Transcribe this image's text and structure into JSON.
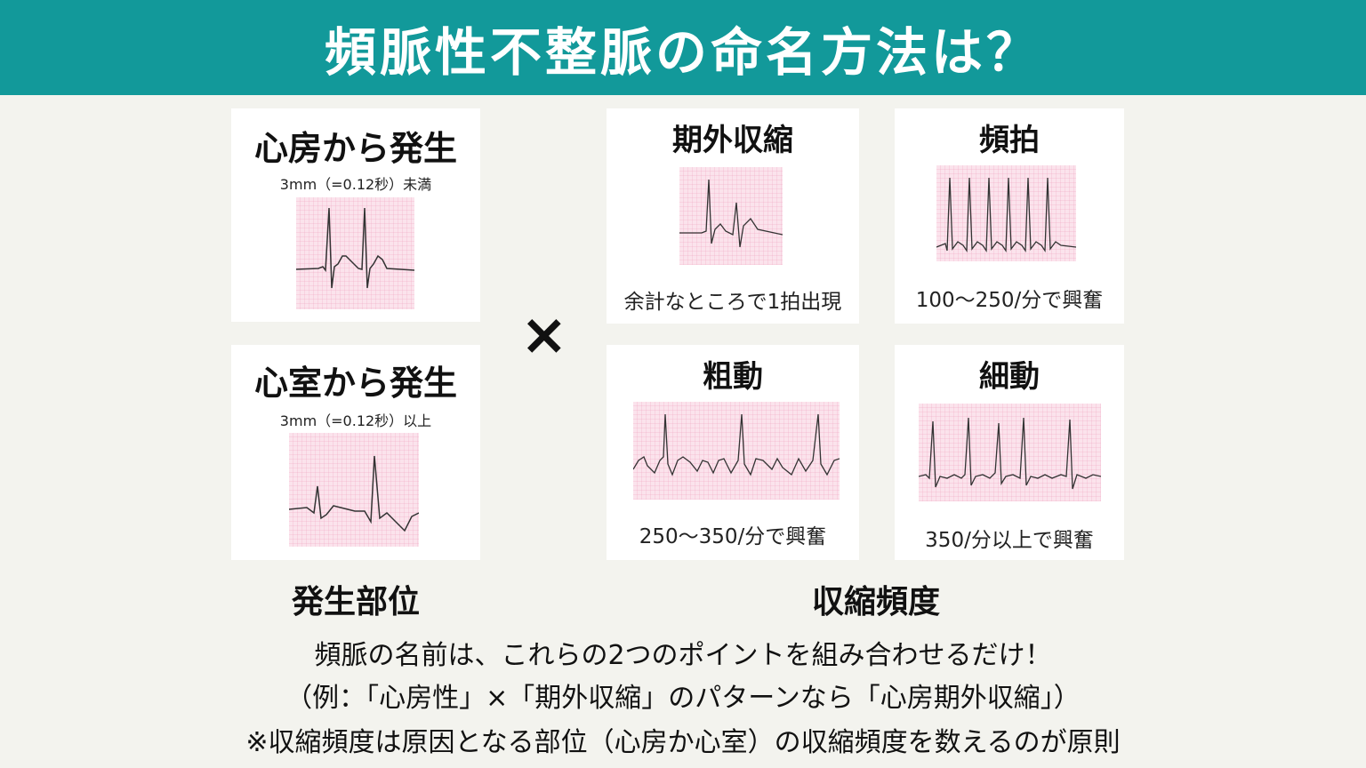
{
  "title": "頻脈性不整脈の命名方法は？",
  "site": {
    "label": "発生部位",
    "cards": [
      {
        "title": "心房から発生",
        "subtitle": "3mm（=0.12秒）未満"
      },
      {
        "title": "心室から発生",
        "subtitle": "3mm（=0.12秒）以上"
      }
    ]
  },
  "operator": "×",
  "rate": {
    "label": "収縮頻度",
    "cards": [
      {
        "title": "期外収縮",
        "caption": "余計なところで1拍出現"
      },
      {
        "title": "頻拍",
        "caption": "100～250/分で興奮"
      },
      {
        "title": "粗動",
        "caption": "250～350/分で興奮"
      },
      {
        "title": "細動",
        "caption": "350/分以上で興奮"
      }
    ]
  },
  "notes": [
    "頻脈の名前は、これらの2つのポイントを組み合わせるだけ！",
    "（例：「心房性」×「期外収縮」のパターンなら「心房期外収縮」）",
    "※収縮頻度は原因となる部位（心房か心室）の収縮頻度を数えるのが原則"
  ],
  "colors": {
    "header": "#12999a",
    "grid": "#f4c6d8",
    "trace": "#333333"
  }
}
